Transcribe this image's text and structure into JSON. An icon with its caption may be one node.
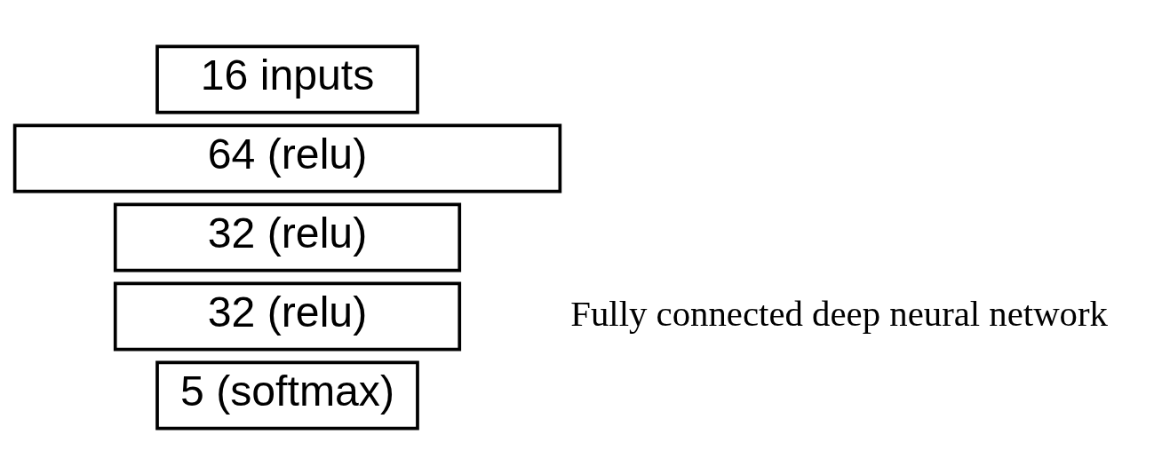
{
  "diagram": {
    "nodes": [
      {
        "text": [
          "16 inputs"
        ]
      },
      {
        "text": [
          "64 (relu)"
        ]
      },
      {
        "text": [
          "32 (relu)"
        ]
      },
      {
        "text": [
          "32 (relu)"
        ]
      },
      {
        "text": [
          "5 (softmax)"
        ]
      }
    ],
    "edges": [],
    "labels": [
      "Fully connected deep neural network"
    ]
  }
}
